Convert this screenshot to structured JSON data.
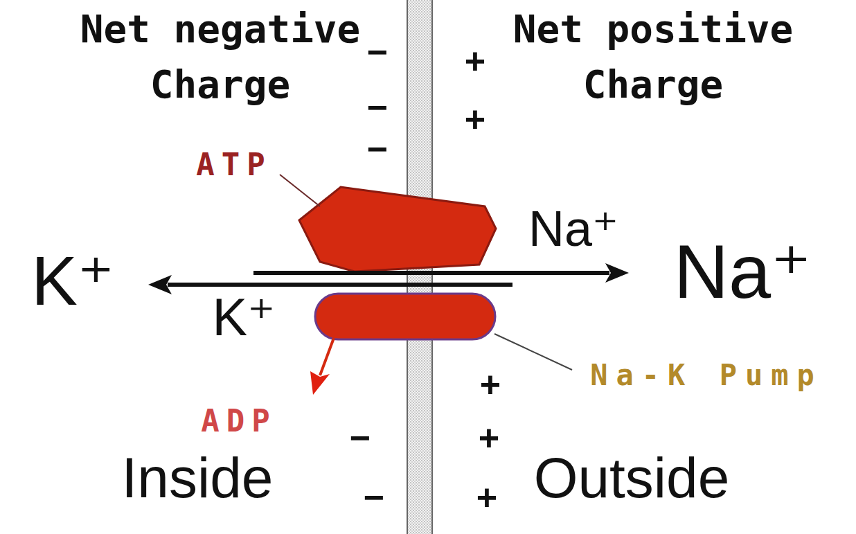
{
  "diagram": {
    "labels": [
      "Net negative Charge",
      "−",
      "+",
      "Net positive Charge",
      "−",
      "+",
      "−",
      "ATP",
      "Na⁺",
      "K⁺",
      "Na⁺",
      "K⁺",
      "+",
      "Na-K Pump",
      "ADP",
      "−",
      "+",
      "Inside",
      "−",
      "+",
      "Outside"
    ]
  }
}
